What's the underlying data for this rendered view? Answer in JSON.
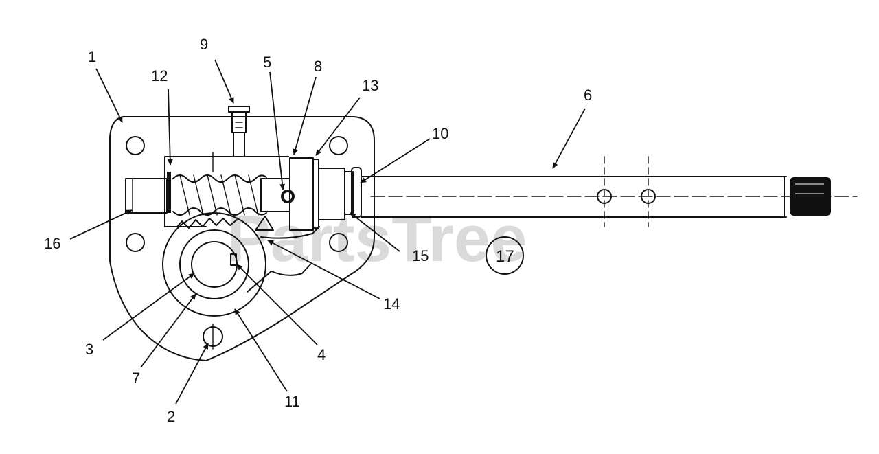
{
  "watermark": "PartsTree",
  "callouts": {
    "c1": "1",
    "c2": "2",
    "c3": "3",
    "c4": "4",
    "c5": "5",
    "c6": "6",
    "c7": "7",
    "c8": "8",
    "c9": "9",
    "c10": "10",
    "c11": "11",
    "c12": "12",
    "c13": "13",
    "c14": "14",
    "c15": "15",
    "c16": "16",
    "c17": "17"
  }
}
